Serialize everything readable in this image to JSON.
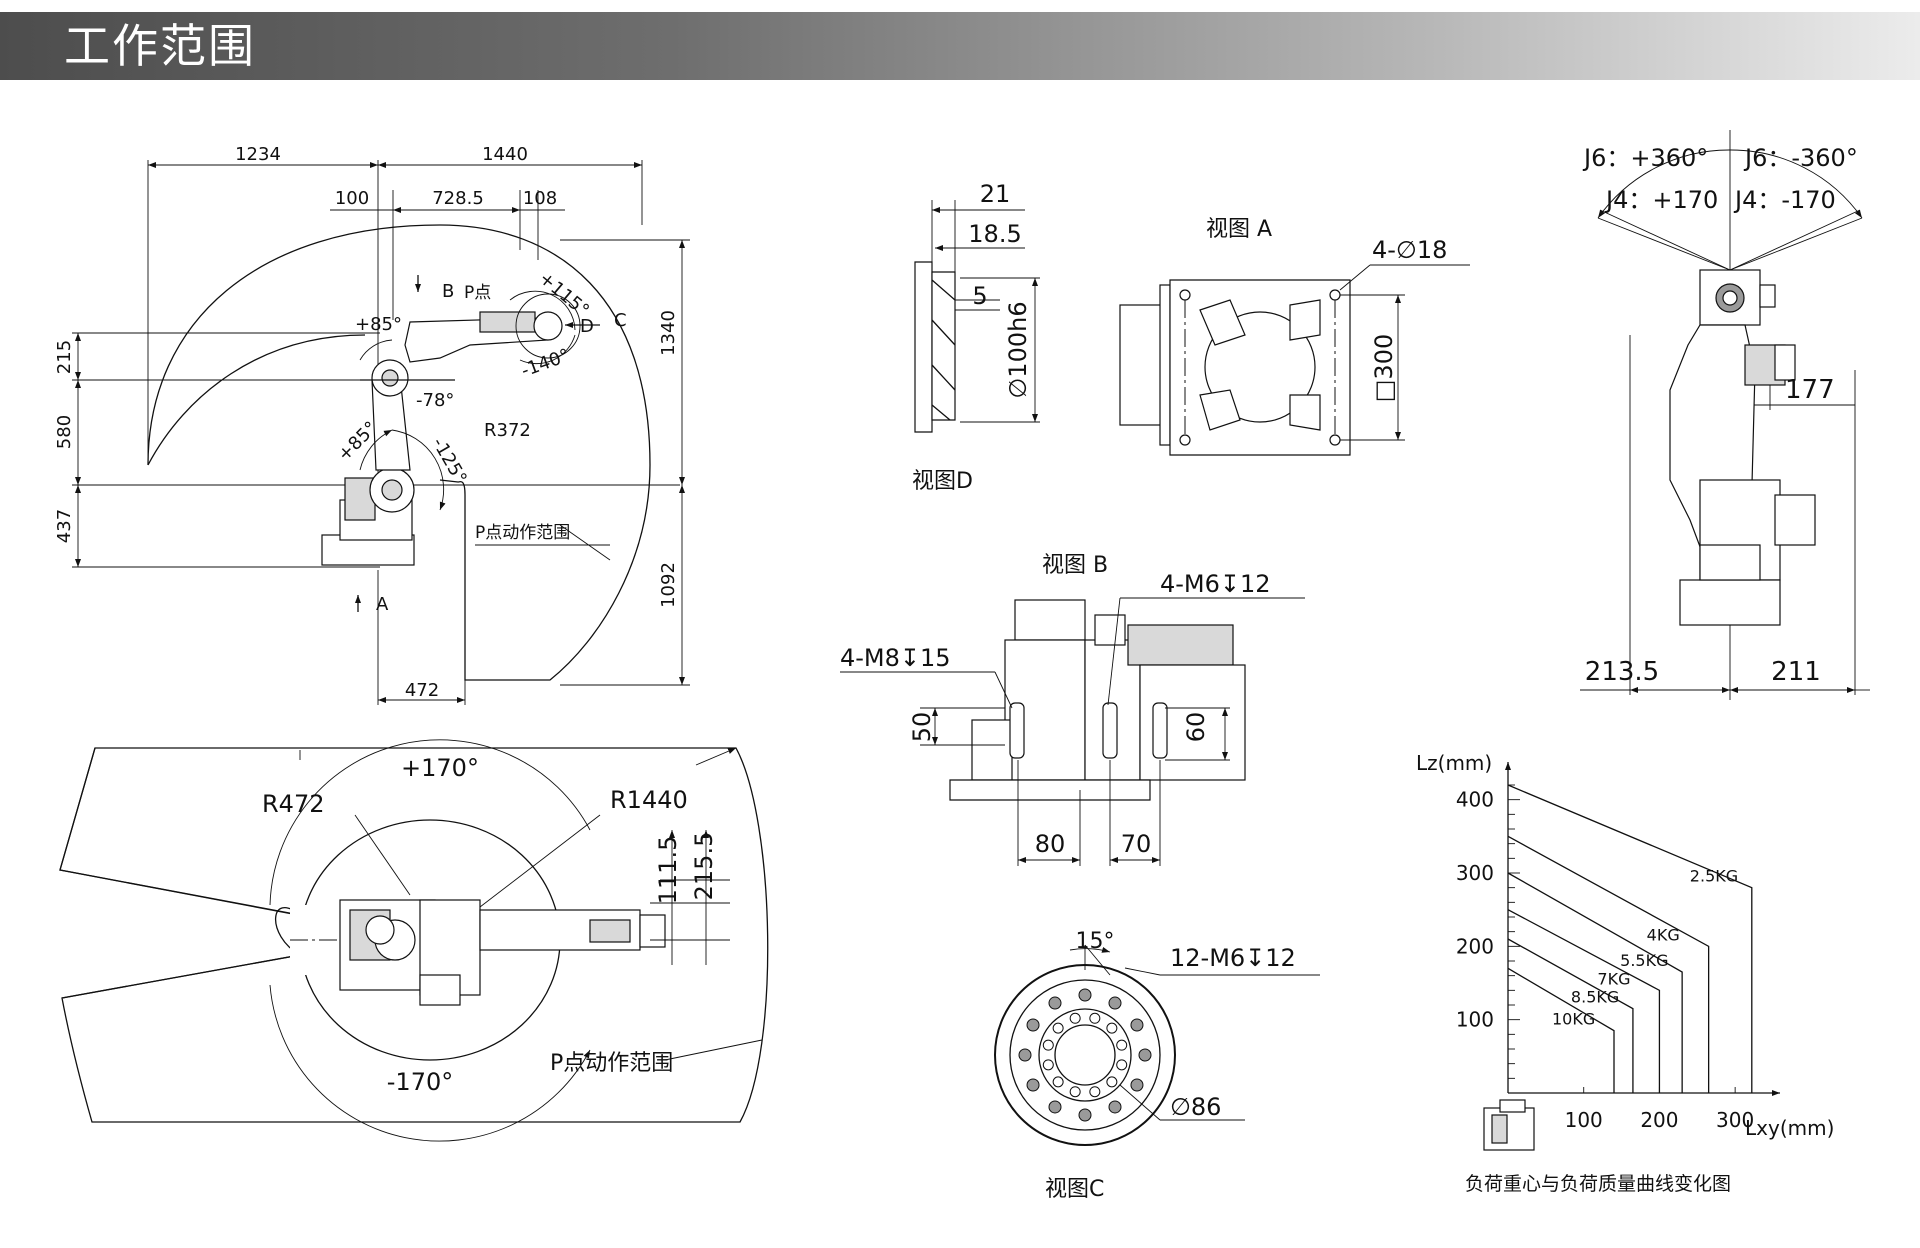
{
  "header": {
    "title": "工作范围"
  },
  "side_view": {
    "dims_top": [
      "1234",
      "1440",
      "100",
      "728.5",
      "108"
    ],
    "dims_left": [
      "215",
      "580",
      "437"
    ],
    "dims_right": [
      "1340",
      "1092"
    ],
    "dim_bottom": "472",
    "angles": [
      "+85°",
      "-78°",
      "+85°",
      "-125°",
      "+115°",
      "-140°"
    ],
    "radius": "R372",
    "markers": [
      "B",
      "P点",
      "D",
      "C",
      "A"
    ],
    "p_range_label": "P点动作范围"
  },
  "top_view": {
    "angle_pos": "+170°",
    "angle_neg": "-170°",
    "r_inner": "R472",
    "r_outer": "R1440",
    "dims": [
      "111.5",
      "215.5"
    ],
    "p_range_label": "P点动作范围"
  },
  "view_d": {
    "dims": [
      "21",
      "18.5",
      "5",
      "∅100h6"
    ],
    "caption": "视图D"
  },
  "view_a": {
    "title": "视图 A",
    "holes": "4-∅18",
    "square": "□300"
  },
  "view_b": {
    "title": "视图 B",
    "label_m6": "4-M6↧12",
    "label_m8": "4-M8↧15",
    "dims": [
      "50",
      "60",
      "80",
      "70"
    ]
  },
  "view_c": {
    "angle": "15°",
    "holes": "12-M6↧12",
    "dia": "∅86",
    "caption": "视图C"
  },
  "end_view": {
    "j6_pos": "J6：+360°",
    "j6_neg": "J6：-360°",
    "j4_pos": "J4：+170",
    "j4_neg": "J4：-170",
    "dim_177": "177",
    "dim_2135": "213.5",
    "dim_211": "211"
  },
  "chart_data": {
    "type": "line",
    "title": "负荷重心与负荷质量曲线变化图",
    "xlabel": "Lxy(mm)",
    "ylabel": "Lz(mm)",
    "xticks": [
      "100",
      "200",
      "300"
    ],
    "yticks": [
      "100",
      "200",
      "300",
      "400"
    ],
    "xlim": [
      0,
      350
    ],
    "ylim": [
      0,
      450
    ],
    "series": [
      {
        "name": "2.5KG",
        "x": [
          0,
          322,
          322
        ],
        "y": [
          420,
          280,
          0
        ]
      },
      {
        "name": "4KG",
        "x": [
          0,
          265,
          265
        ],
        "y": [
          350,
          200,
          0
        ]
      },
      {
        "name": "5.5KG",
        "x": [
          0,
          230,
          230
        ],
        "y": [
          300,
          165,
          0
        ]
      },
      {
        "name": "7KG",
        "x": [
          0,
          200,
          200
        ],
        "y": [
          250,
          140,
          0
        ]
      },
      {
        "name": "8.5KG",
        "x": [
          0,
          165,
          165
        ],
        "y": [
          210,
          115,
          0
        ]
      },
      {
        "name": "10KG",
        "x": [
          0,
          140,
          140
        ],
        "y": [
          170,
          85,
          0
        ]
      }
    ]
  }
}
